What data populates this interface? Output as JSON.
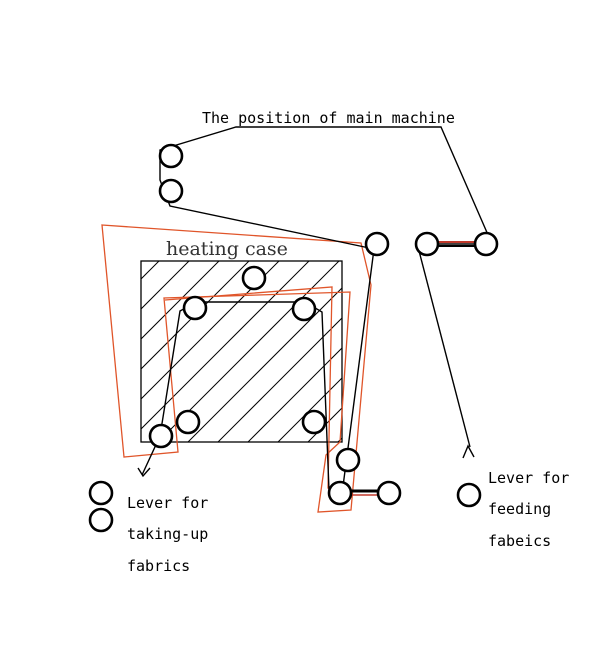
{
  "labels": {
    "main_machine": "The position of main machine",
    "heating_case": "heating case",
    "lever_takeup": [
      "Lever for",
      "taking-up",
      "fabrics"
    ],
    "lever_feeding": [
      "Lever for",
      "feeding",
      "fabeics"
    ]
  },
  "colors": {
    "background": "#ffffff",
    "ink": "#000000",
    "outline_orange": "#e0552a",
    "heating_text": "#333333"
  }
}
